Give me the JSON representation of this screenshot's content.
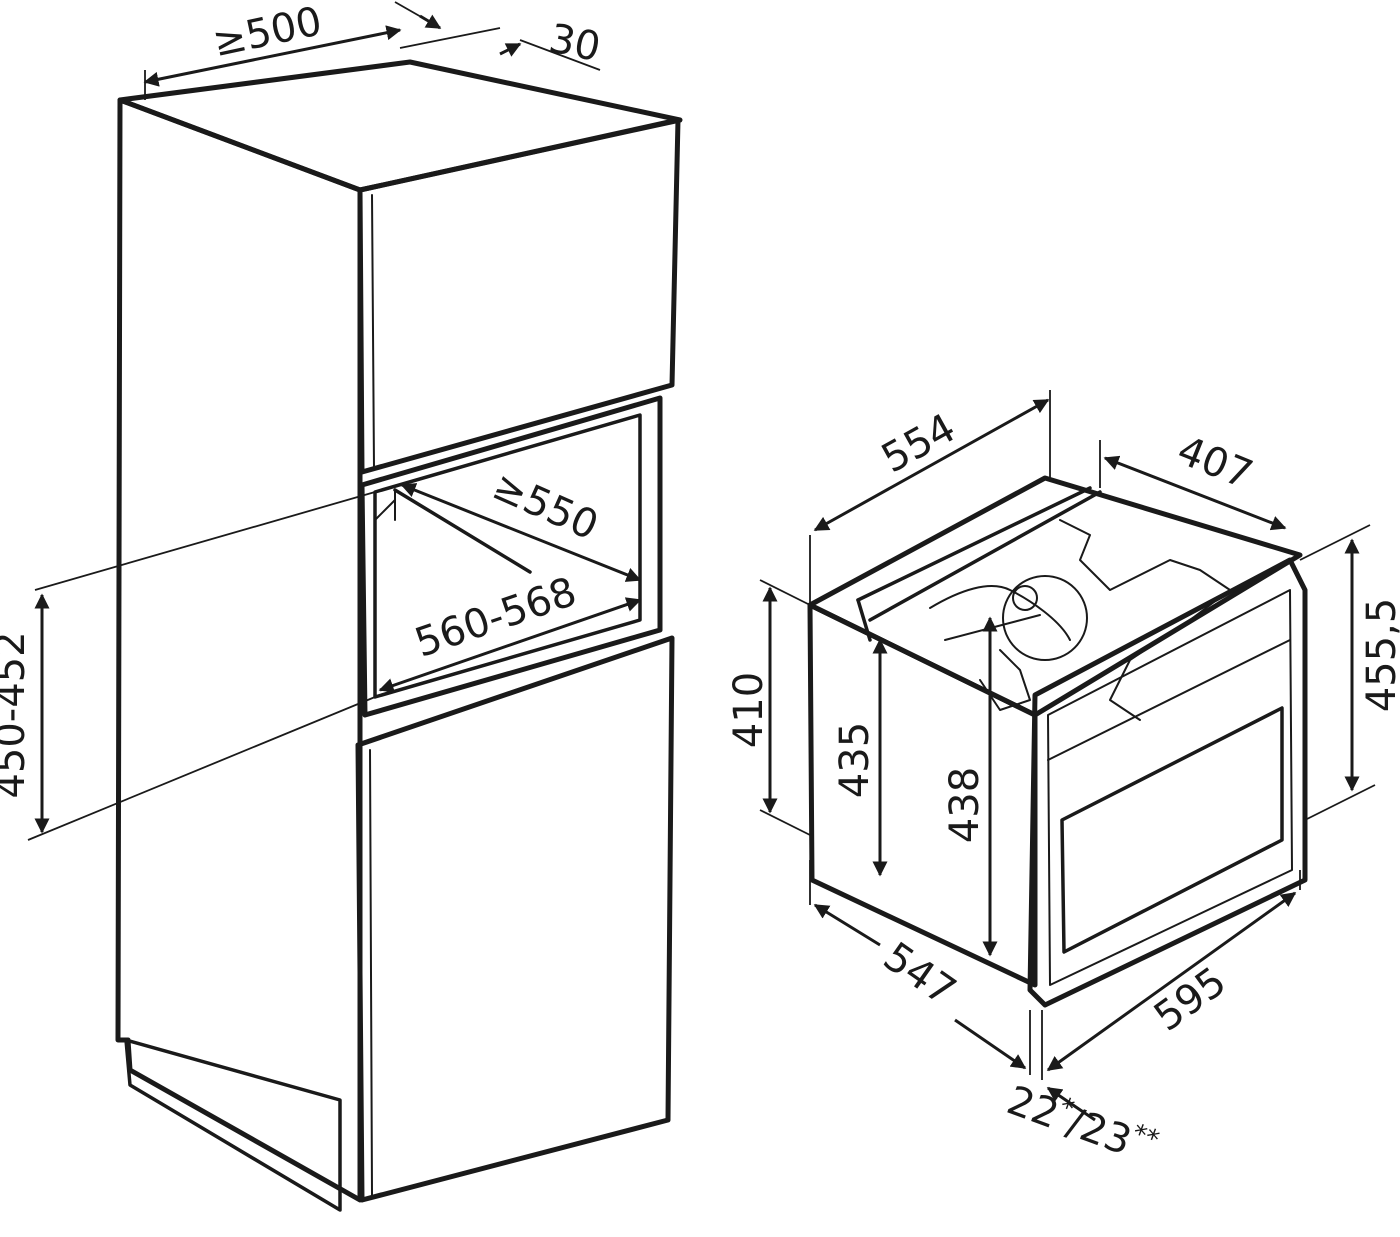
{
  "colors": {
    "line": "#1a1a1a",
    "surface_light": "#e2e3e3",
    "surface_mid": "#d2d3d3",
    "surface_dark": "#c4c5c5",
    "background": "#ffffff"
  },
  "niche": {
    "width_min": "≥500",
    "gap": "30",
    "depth_min": "≥550",
    "opening_width": "560-568",
    "opening_height": "450-452"
  },
  "appliance": {
    "top_depth": "554",
    "side_depth": "547",
    "top_width": "407",
    "front_width": "595",
    "front_height": "455,5",
    "body_height": "410",
    "inner_height": "435",
    "cavity_height": "438",
    "front_offset": "22",
    "front_offset_mark": "*",
    "front_offset_alt": "/23",
    "front_offset_alt_mark": "**"
  }
}
